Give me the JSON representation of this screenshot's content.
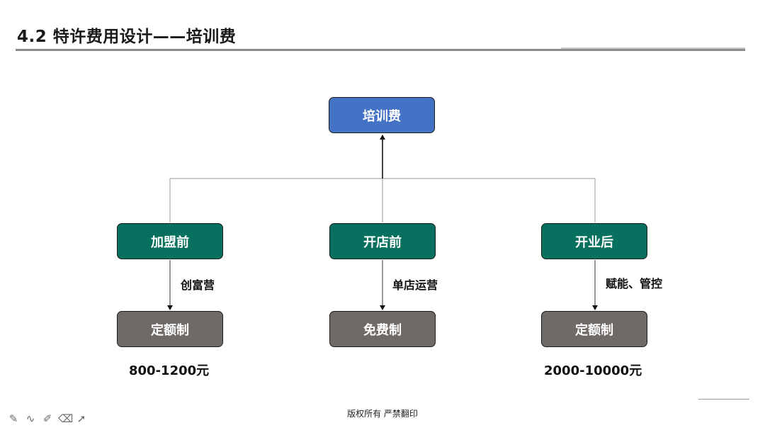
{
  "slide": {
    "title": "4.2  特许费用设计——培训费"
  },
  "diagram": {
    "root": "培训费",
    "stages": [
      {
        "stage": "加盟前",
        "edge_label": "创富营",
        "fee_type": "定额制",
        "amount": "800-1200元"
      },
      {
        "stage": "开店前",
        "edge_label": "单店运营",
        "fee_type": "免费制",
        "amount": ""
      },
      {
        "stage": "开业后",
        "edge_label": "赋能、管控",
        "fee_type": "定额制",
        "amount": "2000-10000元"
      }
    ]
  },
  "footer": {
    "copyright": "版权所有  严禁翻印"
  },
  "toolbar": {
    "icons": [
      "pen-icon",
      "ink-icon",
      "highlighter-icon",
      "eraser-icon",
      "pointer-icon"
    ]
  },
  "colors": {
    "root_box": "#4472c4",
    "stage_box": "#08705f",
    "fee_box": "#6f6a66"
  }
}
